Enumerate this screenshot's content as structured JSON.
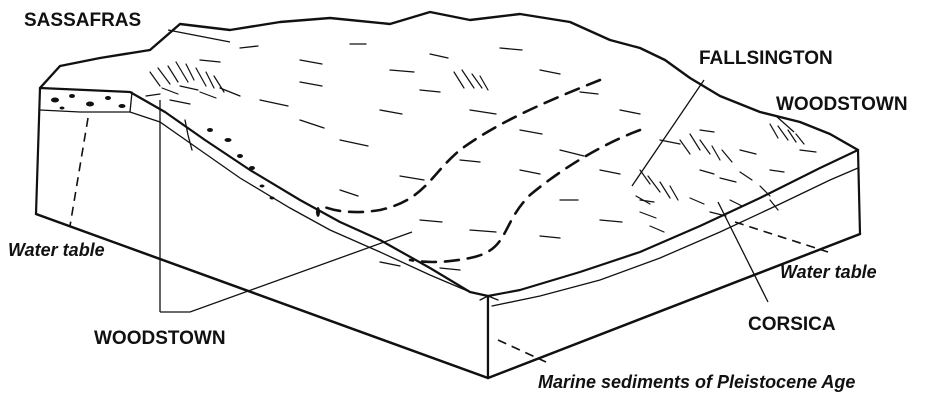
{
  "labels": {
    "sassafras": "SASSAFRAS",
    "fallsington": "FALLSINGTON",
    "woodstown_top": "WOODSTOWN",
    "water_table_left": "Water table",
    "water_table_right": "Water table",
    "woodstown_bottom": "WOODSTOWN",
    "corsica": "CORSICA",
    "marine_sediments": "Marine sediments of Pleistocene Age"
  }
}
